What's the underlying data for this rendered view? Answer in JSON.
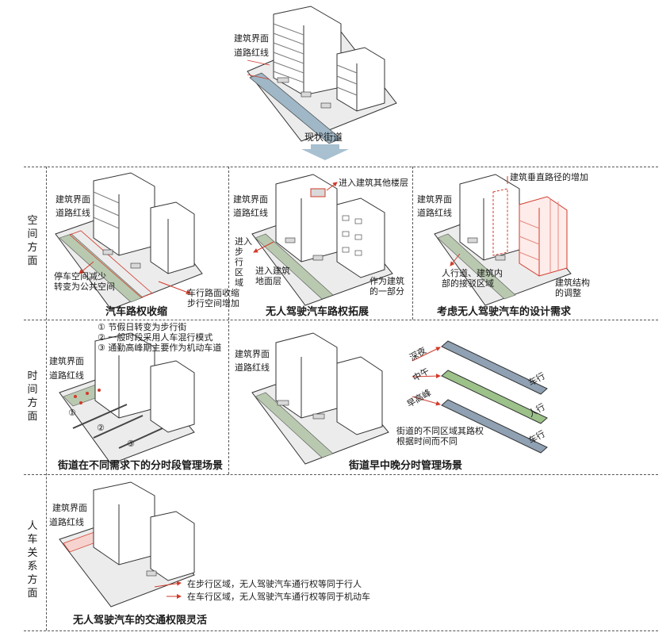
{
  "top": {
    "label_building": "建筑界面",
    "label_redline": "道路红线",
    "caption": "现状街道"
  },
  "rows": {
    "space": "空间方面",
    "time": "时间方面",
    "people": "人车关系方面"
  },
  "panel1": {
    "label_building": "建筑界面",
    "label_redline": "道路红线",
    "note_left": [
      "停车空间减少",
      "转变为公共空间"
    ],
    "note_right": [
      "车行路面收缩",
      "步行空间增加"
    ],
    "caption": "汽车路权收缩"
  },
  "panel2": {
    "label_building": "建筑界面",
    "label_redline": "道路红线",
    "note_upper": "进入建筑其他楼层",
    "note_sidewalk": [
      "进入",
      "步",
      "行",
      "区",
      "域"
    ],
    "note_ground": [
      "进入建筑",
      "地面层"
    ],
    "note_part": [
      "作为建筑",
      "的一部分"
    ],
    "caption": "无人驾驶汽车路权拓展"
  },
  "panel3": {
    "label_building": "建筑界面",
    "label_redline": "道路红线",
    "note_vertical": "建筑垂直路径的增加",
    "note_interface": [
      "人行道、建筑内",
      "部的接驳区域"
    ],
    "note_structure": [
      "建筑结构",
      "的调整"
    ],
    "caption": "考虑无人驾驶汽车的设计需求"
  },
  "panel4": {
    "label_building": "建筑界面",
    "label_redline": "道路红线",
    "modes": [
      "① 节假日转变为步行街",
      "② 一般时段采用人车混行模式",
      "③ 通勤高峰期主要作为机动车道"
    ],
    "markers": [
      "①",
      "②",
      "③"
    ],
    "caption": "街道在不同需求下的分时段管理场景"
  },
  "panel5": {
    "label_building": "建筑界面",
    "label_redline": "道路红线",
    "times": [
      "深夜",
      "中午",
      "早高峰"
    ],
    "uses": [
      "车行",
      "人行",
      "车行"
    ],
    "note": [
      "街道的不同区域其路权",
      "根据时间而不同"
    ],
    "caption": "街道早中晚分时管理场景"
  },
  "panel6": {
    "label_building": "建筑界面",
    "label_redline": "道路红线",
    "note_walk": "在步行区域，无人驾驶汽车通行权等同于行人",
    "note_drive": "在车行区域，无人驾驶汽车通行权等同于机动车",
    "caption": "无人驾驶汽车的交通权限灵活"
  }
}
